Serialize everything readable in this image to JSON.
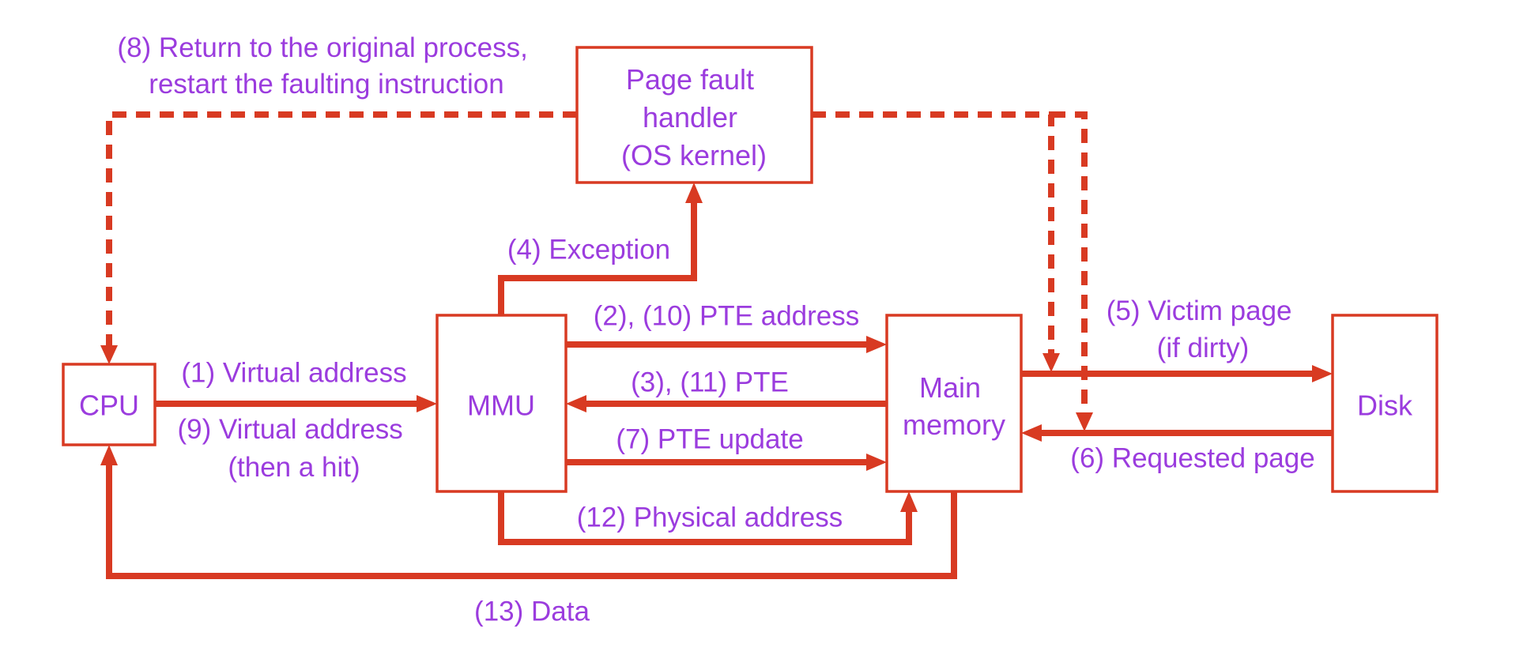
{
  "colors": {
    "line": "#d83a22",
    "text": "#9b3cde",
    "background": "#ffffff"
  },
  "blocks": {
    "cpu": "CPU",
    "mmu": "MMU",
    "main_memory": [
      "Main",
      "memory"
    ],
    "disk": "Disk",
    "page_fault_handler": [
      "Page fault",
      "handler",
      "(OS kernel)"
    ]
  },
  "edges": {
    "step_1": "(1) Virtual address",
    "step_9": [
      "(9) Virtual address",
      "(then a hit)"
    ],
    "step_2_10": "(2), (10) PTE address",
    "step_3_11": "(3), (11) PTE",
    "step_7": "(7) PTE update",
    "step_4": "(4) Exception",
    "step_5": [
      "(5) Victim page",
      "(if dirty)"
    ],
    "step_6": "(6) Requested page",
    "step_8": [
      "(8) Return to the original process,",
      "restart the faulting instruction"
    ],
    "step_12": "(12) Physical address",
    "step_13": "(13) Data"
  }
}
